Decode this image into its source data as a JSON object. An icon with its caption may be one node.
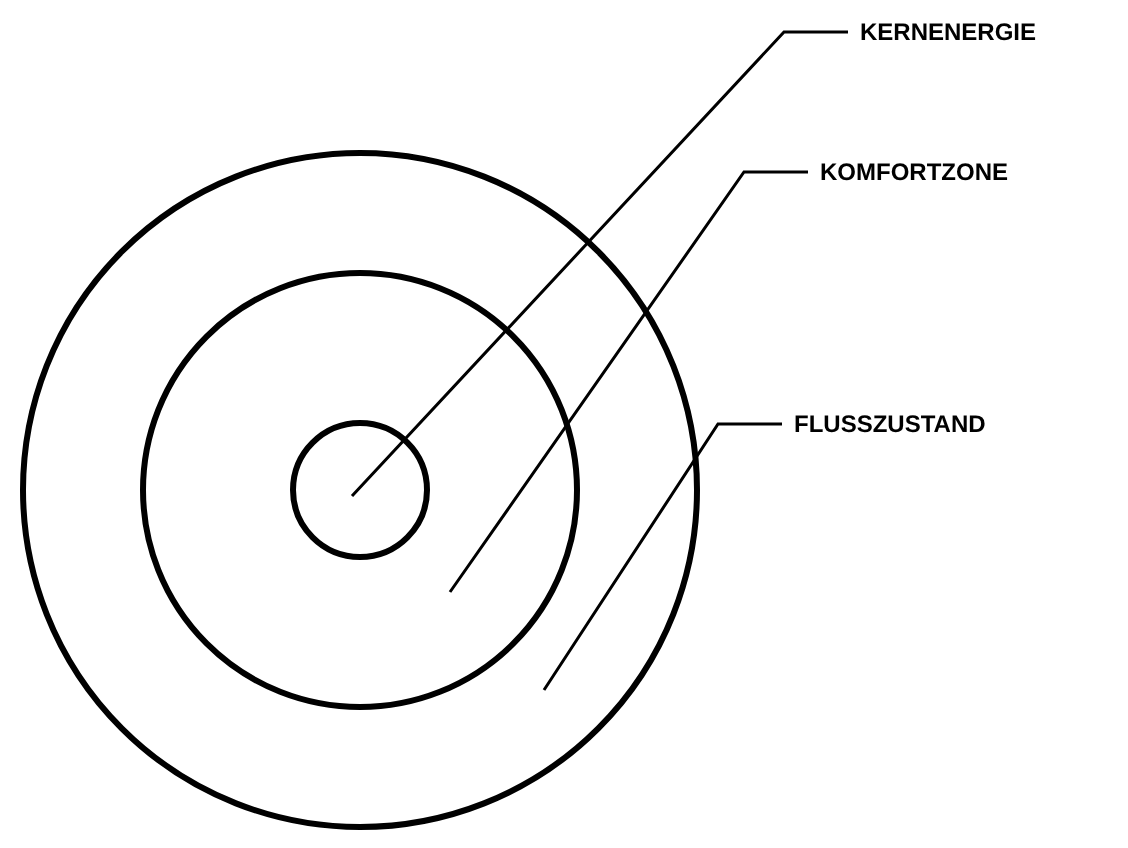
{
  "diagram": {
    "nodes": [
      {
        "text": [],
        "shape": "circle"
      },
      {
        "text": [],
        "shape": "circle",
        "in": 0
      },
      {
        "text": [],
        "shape": "circle",
        "in": 1
      },
      {
        "text": [
          "KERNENERGIE"
        ]
      },
      {
        "text": [
          "KOMFORTZONE"
        ]
      },
      {
        "text": [
          "FLUSSZUSTAND"
        ]
      }
    ],
    "edges": [
      {
        "from": 3,
        "to": 2,
        "arrow": "none"
      },
      {
        "from": 4,
        "to": 1,
        "arrow": "none"
      },
      {
        "from": 5,
        "to": 0,
        "arrow": "none"
      }
    ]
  }
}
